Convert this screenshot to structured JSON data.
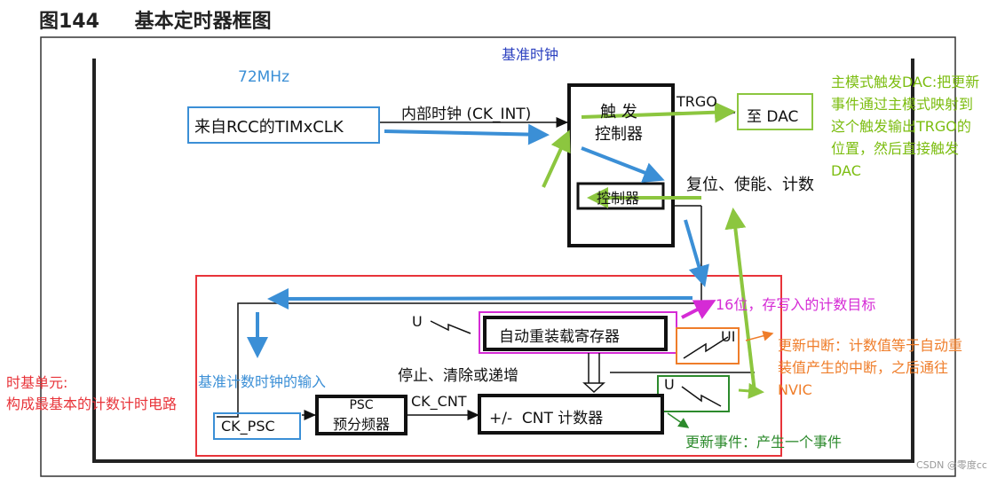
{
  "figure": {
    "number": "图144",
    "title": "基本定时器框图"
  },
  "labels": {
    "top_title": "基准时钟",
    "freq": "72MHz",
    "rcc_source": "来自RCC的TIMxCLK",
    "internal_clock": "内部时钟 (CK_INT)",
    "trigger_controller": "触 发\n控制器",
    "controller": "控制器",
    "trgo": "TRGO",
    "to_dac": "至 DAC",
    "reset_enable_count": "复位、使能、计数",
    "u_left": "U",
    "auto_reload": "自动重装载寄存器",
    "ui": "UI",
    "stop_clear": "停止、清除或递增",
    "u_mid": "U",
    "ck_cnt": "CK_CNT",
    "psc_line1": "PSC",
    "psc_line2": "预分频器",
    "cnt": "+/-  CNT 计数器",
    "ck_psc": "CK_PSC"
  },
  "annotations": {
    "dac_note": "主模式触发DAC:把更新\n事件通过主模式映射到\n这个触发输出TRGO的\n位置，然后直接触发\nDAC",
    "bit16_note": "16位，存写入的计数目标",
    "interrupt_note": "更新中断：计数值等于自动重\n装值产生的中断，之后通往\nNVIC",
    "update_event_note": "更新事件：产生一个事件",
    "clock_input_note": "基准计数时钟的输入",
    "time_base_note": "时基单元:\n构成最基本的计数计时电路"
  },
  "watermark": "CSDN @零度cc",
  "colors": {
    "blue": "#3b8fd6",
    "green": "#8cc63f",
    "magenta": "#d52bd5",
    "orange": "#ef7d2a",
    "red": "#e8343a",
    "dark_green": "#2c8a2c",
    "title_blue": "#2a3fbf"
  }
}
